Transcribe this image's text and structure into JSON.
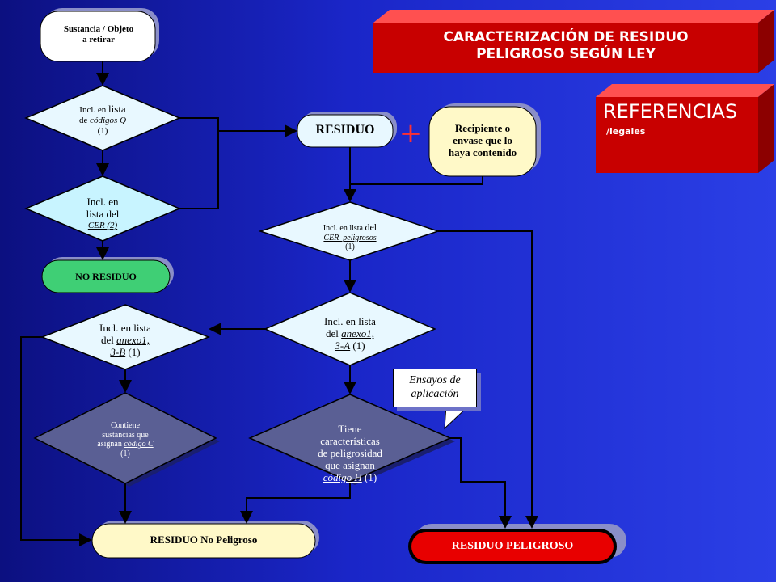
{
  "title": {
    "line1": "CARACTERIZACIÓN DE RESIDUO",
    "line2": "PELIGROSO SEGÚN LEY"
  },
  "references": {
    "title": "REFERENCIAS",
    "subtitle": "/legales"
  },
  "nodes": {
    "start": {
      "line1": "Sustancia / Objeto",
      "line2": "a retirar"
    },
    "q_codigo_q": {
      "pre": "Incl. en ",
      "mid": "lista",
      "line2_pre": "de ",
      "line2_u": "códigos Q",
      "line3": "(1)"
    },
    "q_cer": {
      "line1": "Incl. en",
      "line2": "lista del",
      "line3": "CER (2)"
    },
    "no_residuo": "NO RESIDUO",
    "residuo": "RESIDUO",
    "plus": "+",
    "recipiente": {
      "line1": "Recipiente o",
      "line2": "envase que lo",
      "line3": "haya contenido"
    },
    "q_cer_peligrosos": {
      "line1_pre": "Incl. en lista ",
      "line1_post": "del",
      "line2_u": "CER–peligrosos",
      "line3": "(1)"
    },
    "q_anexo_3b": {
      "line1": "Incl. en lista",
      "line2_pre": "del ",
      "line2_u": "anexo1,",
      "line3_u": "3-B",
      "line3_post": " (1)"
    },
    "q_anexo_3a": {
      "line1": "Incl. en lista",
      "line2_pre": "del ",
      "line2_u": "anexo1,",
      "line3_u": "3-A",
      "line3_post": " (1)"
    },
    "q_codigo_c": {
      "line1": "Contiene",
      "line2": "sustancias que",
      "line3_pre": "asignan ",
      "line3_u": "código C",
      "line4": "(1)"
    },
    "q_codigo_h": {
      "line1": "Tiene",
      "line2": "características",
      "line3": "de peligrosidad",
      "line4": "que asignan",
      "line5_u": "código H",
      "line5_post": " (1)"
    },
    "ensayos": {
      "line1": "Ensayos de",
      "line2": "aplicación"
    },
    "residuo_no_peligroso": "RESIDUO No Peligroso",
    "residuo_peligroso": "RESIDUO PELIGROSO"
  },
  "colors": {
    "background": "#1a26c8",
    "pale_fill": "#e8f8ff",
    "cyan_fill": "#c8f4ff",
    "green_fill": "#3fcf75",
    "slate_fill": "#5a5f94",
    "yellow_fill": "#fff9c8",
    "red_banner": "#c80000",
    "red_pill": "#e80000"
  }
}
